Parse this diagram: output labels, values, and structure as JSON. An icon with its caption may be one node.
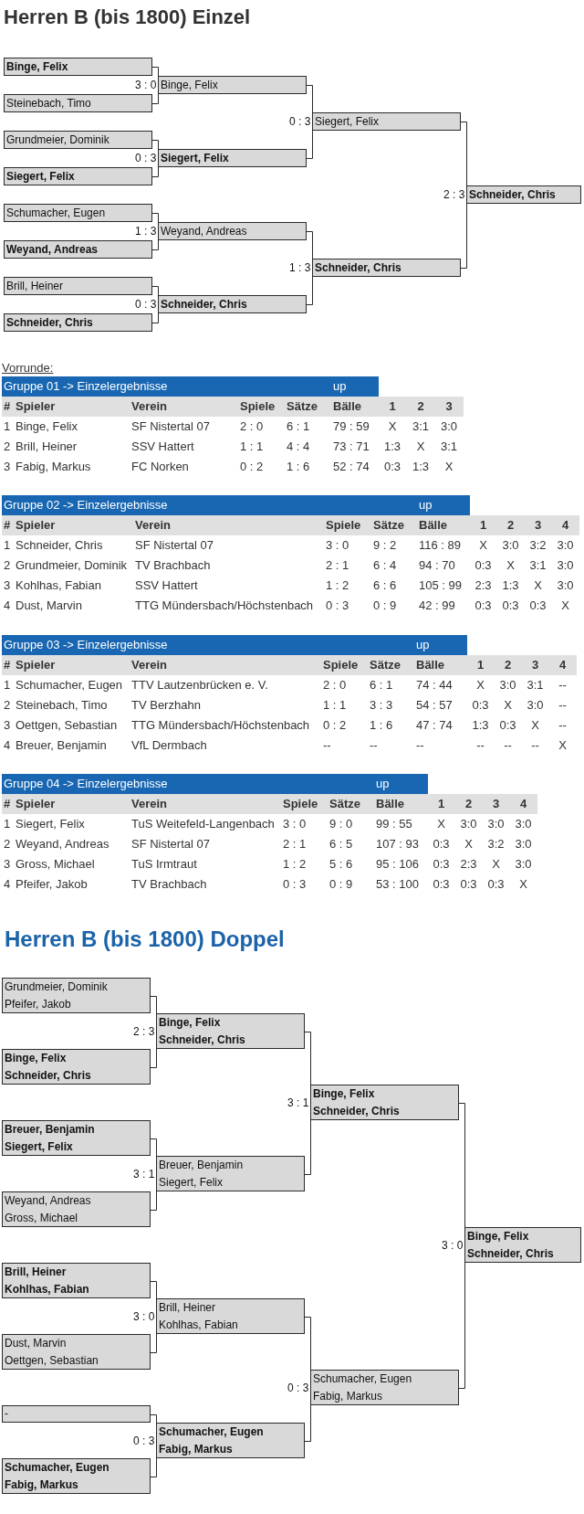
{
  "diagram": {
    "title": "Herren B (bis 1800) Einzel",
    "nodes": [
      {
        "text": [
          "Binge, Felix"
        ]
      },
      {
        "text": [
          "Binge, Felix"
        ],
        "beside": [
          "3 : 0"
        ]
      },
      {
        "text": [
          "Steinebach, Timo"
        ]
      },
      {
        "text": [
          "Siegert, Felix"
        ],
        "beside": [
          "0 : 3"
        ]
      },
      {
        "text": [
          "Grundmeier, Dominik"
        ]
      },
      {
        "text": [
          "Siegert, Felix"
        ],
        "beside": [
          "0 : 3"
        ]
      },
      {
        "text": [
          "Siegert, Felix"
        ]
      },
      {
        "text": [
          "Schneider, Chris"
        ],
        "beside": [
          "2 : 3"
        ]
      },
      {
        "text": [
          "Schumacher, Eugen"
        ]
      },
      {
        "text": [
          "Weyand, Andreas"
        ],
        "beside": [
          "1 : 3"
        ]
      },
      {
        "text": [
          "Weyand, Andreas"
        ]
      },
      {
        "text": [
          "Schneider, Chris"
        ],
        "beside": [
          "1 : 3"
        ]
      },
      {
        "text": [
          "Brill, Heiner"
        ]
      },
      {
        "text": [
          "Schneider, Chris"
        ],
        "beside": [
          "0 : 3"
        ]
      },
      {
        "text": [
          "Schneider, Chris"
        ]
      },
      {
        "text": [
          "Grundmeier, Dominik",
          "Pfeifer, Jakob"
        ]
      },
      {
        "text": [
          "Binge, Felix",
          "Schneider, Chris"
        ],
        "beside": [
          "2 : 3"
        ]
      },
      {
        "text": [
          "Binge, Felix",
          "Schneider, Chris"
        ]
      },
      {
        "text": [
          "Binge, Felix",
          "Schneider, Chris"
        ],
        "beside": [
          "3 : 1"
        ]
      },
      {
        "text": [
          "Breuer, Benjamin",
          "Siegert, Felix"
        ]
      },
      {
        "text": [
          "Breuer, Benjamin",
          "Siegert, Felix"
        ],
        "beside": [
          "3 : 1"
        ]
      },
      {
        "text": [
          "Weyand, Andreas",
          "Gross, Michael"
        ]
      },
      {
        "text": [
          "Binge, Felix",
          "Schneider, Chris"
        ],
        "beside": [
          "3 : 0"
        ]
      },
      {
        "text": [
          "Brill, Heiner",
          "Kohlhas, Fabian"
        ]
      },
      {
        "text": [
          "Brill, Heiner",
          "Kohlhas, Fabian"
        ],
        "beside": [
          "3 : 0"
        ]
      },
      {
        "text": [
          "Dust, Marvin",
          "Oettgen, Sebastian"
        ]
      },
      {
        "text": [
          "Schumacher, Eugen",
          "Fabig, Markus"
        ],
        "beside": [
          "0 : 3"
        ]
      },
      {
        "text": [
          "-"
        ]
      },
      {
        "text": [
          "Schumacher, Eugen",
          "Fabig, Markus"
        ],
        "beside": [
          "0 : 3"
        ]
      },
      {
        "text": [
          "Schumacher, Eugen",
          "Fabig, Markus"
        ]
      }
    ],
    "edges": [
      {
        "from": 0,
        "to": 1,
        "arrow": "none"
      },
      {
        "from": 2,
        "to": 1,
        "arrow": "none"
      },
      {
        "from": 4,
        "to": 5,
        "arrow": "none"
      },
      {
        "from": 6,
        "to": 5,
        "arrow": "none"
      },
      {
        "from": 8,
        "to": 9,
        "arrow": "none"
      },
      {
        "from": 10,
        "to": 9,
        "arrow": "none"
      },
      {
        "from": 12,
        "to": 13,
        "arrow": "none"
      },
      {
        "from": 14,
        "to": 13,
        "arrow": "none"
      },
      {
        "from": 1,
        "to": 3,
        "arrow": "none"
      },
      {
        "from": 5,
        "to": 3,
        "arrow": "none"
      },
      {
        "from": 9,
        "to": 11,
        "arrow": "none"
      },
      {
        "from": 13,
        "to": 11,
        "arrow": "none"
      },
      {
        "from": 3,
        "to": 7,
        "arrow": "none"
      },
      {
        "from": 11,
        "to": 7,
        "arrow": "none"
      },
      {
        "from": 15,
        "to": 16,
        "arrow": "none"
      },
      {
        "from": 17,
        "to": 16,
        "arrow": "none"
      },
      {
        "from": 19,
        "to": 20,
        "arrow": "none"
      },
      {
        "from": 21,
        "to": 20,
        "arrow": "none"
      },
      {
        "from": 23,
        "to": 24,
        "arrow": "none"
      },
      {
        "from": 25,
        "to": 24,
        "arrow": "none"
      },
      {
        "from": 27,
        "to": 28,
        "arrow": "none"
      },
      {
        "from": 29,
        "to": 28,
        "arrow": "none"
      },
      {
        "from": 16,
        "to": 18,
        "arrow": "none"
      },
      {
        "from": 20,
        "to": 18,
        "arrow": "none"
      },
      {
        "from": 24,
        "to": 26,
        "arrow": "none"
      },
      {
        "from": 28,
        "to": 26,
        "arrow": "none"
      },
      {
        "from": 18,
        "to": 22,
        "arrow": "none"
      },
      {
        "from": 26,
        "to": 22,
        "arrow": "none"
      }
    ],
    "labels": [
      "Vorrunde:",
      "Gruppe 01 -> Einzelergebnisse",
      "up",
      "#",
      "Spieler",
      "Verein",
      "Spiele",
      "Sätze",
      "Bälle",
      "1",
      "2",
      "3",
      "1",
      "Binge, Felix",
      "SF Nistertal 07",
      "2 : 0",
      "6 : 1",
      "79 : 59",
      "X",
      "3:1",
      "3:0",
      "2",
      "Brill, Heiner",
      "SSV Hattert",
      "1 : 1",
      "4 : 4",
      "73 : 71",
      "1:3",
      "X",
      "3:1",
      "3",
      "Fabig, Markus",
      "FC Norken",
      "0 : 2",
      "1 : 6",
      "52 : 74",
      "0:3",
      "1:3",
      "X",
      "Gruppe 02 -> Einzelergebnisse",
      "up",
      "#",
      "Spieler",
      "Verein",
      "Spiele",
      "Sätze",
      "Bälle",
      "1",
      "2",
      "3",
      "4",
      "1",
      "Schneider, Chris",
      "SF Nistertal 07",
      "3 : 0",
      "9 : 2",
      "116 : 89",
      "X",
      "3:0",
      "3:2",
      "3:0",
      "2",
      "Grundmeier, Dominik",
      "TV Brachbach",
      "2 : 1",
      "6 : 4",
      "94 : 70",
      "0:3",
      "X",
      "3:1",
      "3:0",
      "3",
      "Kohlhas, Fabian",
      "SSV Hattert",
      "1 : 2",
      "6 : 6",
      "105 : 99",
      "2:3",
      "1:3",
      "X",
      "3:0",
      "4",
      "Dust, Marvin",
      "TTG Mündersbach/Höchstenbach",
      "0 : 3",
      "0 : 9",
      "42 : 99",
      "0:3",
      "0:3",
      "0:3",
      "X",
      "Gruppe 03 -> Einzelergebnisse",
      "up",
      "#",
      "Spieler",
      "Verein",
      "Spiele",
      "Sätze",
      "Bälle",
      "1",
      "2",
      "3",
      "4",
      "1",
      "Schumacher, Eugen",
      "TTV Lautzenbrücken e. V.",
      "2 : 0",
      "6 : 1",
      "74 : 44",
      "X",
      "3:0",
      "3:1",
      "--",
      "2",
      "Steinebach, Timo",
      "TV Berzhahn",
      "1 : 1",
      "3 : 3",
      "54 : 57",
      "0:3",
      "X",
      "3:0",
      "--",
      "3",
      "Oettgen, Sebastian",
      "TTG Mündersbach/Höchstenbach",
      "0 : 2",
      "1 : 6",
      "47 : 74",
      "1:3",
      "0:3",
      "X",
      "--",
      "4",
      "Breuer, Benjamin",
      "VfL Dermbach",
      "--",
      "--",
      "--",
      "--",
      "--",
      "--",
      "X",
      "Gruppe 04 -> Einzelergebnisse",
      "up",
      "#",
      "Spieler",
      "Verein",
      "Spiele",
      "Sätze",
      "Bälle",
      "1",
      "2",
      "3",
      "4",
      "1",
      "Siegert, Felix",
      "TuS Weitefeld-Langenbach",
      "3 : 0",
      "9 : 0",
      "99 : 55",
      "X",
      "3:0",
      "3:0",
      "3:0",
      "2",
      "Weyand, Andreas",
      "SF Nistertal 07",
      "2 : 1",
      "6 : 5",
      "107 : 93",
      "0:3",
      "X",
      "3:2",
      "3:0",
      "3",
      "Gross, Michael",
      "TuS Irmtraut",
      "1 : 2",
      "5 : 6",
      "95 : 106",
      "0:3",
      "2:3",
      "X",
      "3:0",
      "4",
      "Pfeifer, Jakob",
      "TV Brachbach",
      "0 : 3",
      "0 : 9",
      "53 : 100",
      "0:3",
      "0:3",
      "0:3",
      "X",
      "Herren B (bis 1800) Doppel"
    ]
  }
}
